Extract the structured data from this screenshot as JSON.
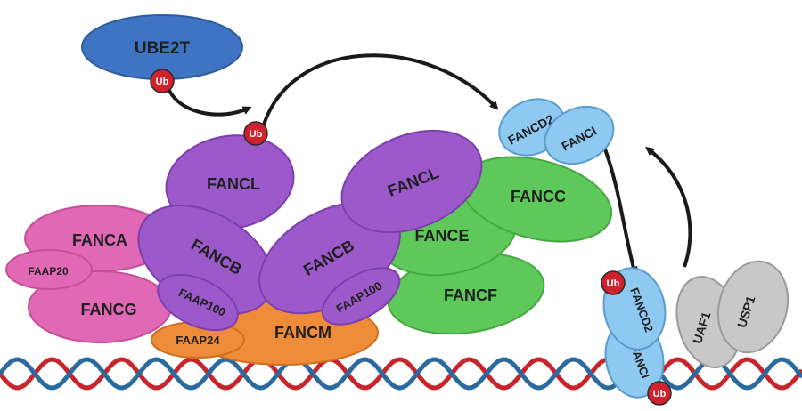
{
  "proteins": {
    "ube2t": "UBE2T",
    "fancl_top": "FANCL",
    "fancl_right": "FANCL",
    "fanca": "FANCA",
    "faap20": "FAAP20",
    "fancg": "FANCG",
    "fancb_left": "FANCB",
    "faap100_left": "FAAP100",
    "fancb_right": "FANCB",
    "faap100_right": "FAAP100",
    "faap24": "FAAP24",
    "fancm": "FANCM",
    "fance": "FANCE",
    "fancc": "FANCC",
    "fancf": "FANCF",
    "fancd2_top": "FANCD2",
    "fanci_top": "FANCI",
    "fancd2_bottom": "FANCD2",
    "fanci_bottom": "FANCI",
    "uaf1": "UAF1",
    "usp1": "USP1"
  },
  "ubiquitin": {
    "label": "Ub"
  },
  "colors": {
    "ube2t": "#3f74c4",
    "fancl_group": "#9b59c9",
    "fanca_group": "#e068b4",
    "fancm_group": "#ef8c3a",
    "fancc_group": "#5ec95a",
    "fancd2_group": "#8ec9f2",
    "usp1_group": "#c8c8c8",
    "ubiquitin": "#d0222e",
    "dna_red": "#c8242c",
    "dna_blue": "#2b6a9f"
  }
}
